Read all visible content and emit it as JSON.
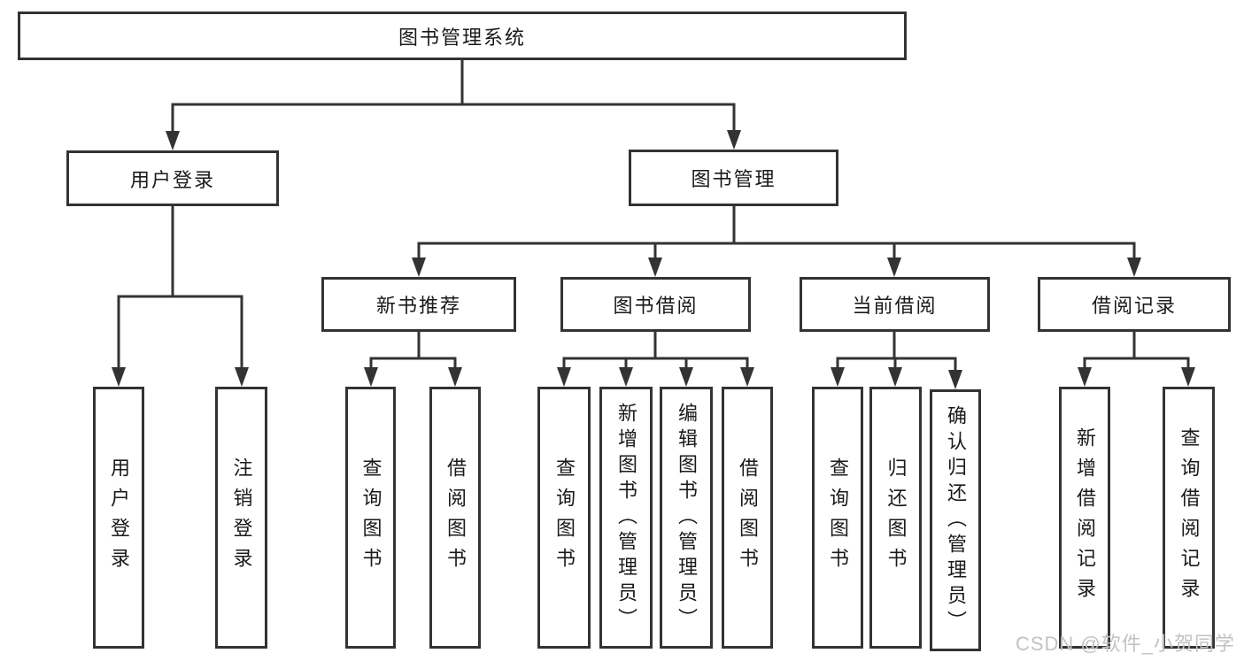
{
  "tree": {
    "root": "图书管理系统",
    "branches": [
      {
        "label": "用户登录",
        "children": [
          "用户登录",
          "注销登录"
        ]
      },
      {
        "label": "图书管理",
        "subbranches": [
          {
            "label": "新书推荐",
            "children": [
              "查询图书",
              "借阅图书"
            ]
          },
          {
            "label": "图书借阅",
            "children": [
              "查询图书",
              "新增图书（管理员）",
              "编辑图书（管理员）",
              "借阅图书"
            ]
          },
          {
            "label": "当前借阅",
            "children": [
              "查询图书",
              "归还图书",
              "确认归还（管理员）"
            ]
          },
          {
            "label": "借阅记录",
            "children": [
              "新增借阅记录",
              "查询借阅记录"
            ]
          }
        ]
      }
    ]
  },
  "watermark": "CSDN @软件_小贺同学",
  "colors": {
    "line": "#333333",
    "text": "#1a1a1a",
    "watermark": "#c2c2c2",
    "background": "#ffffff"
  }
}
